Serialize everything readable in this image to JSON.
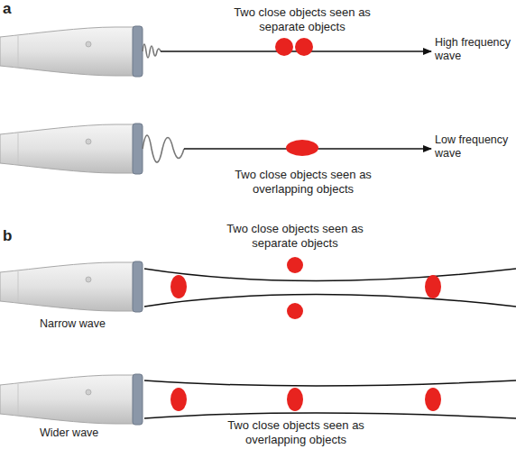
{
  "diagram": {
    "labels": [
      "a",
      "Two close objects seen as separate objects",
      "High frequency wave",
      "Two close objects seen as overlapping objects",
      "Low frequency wave",
      "b",
      "Two close objects seen as separate objects",
      "Narrow wave",
      "Wider wave",
      "Two close objects seen as overlapping objects"
    ]
  }
}
